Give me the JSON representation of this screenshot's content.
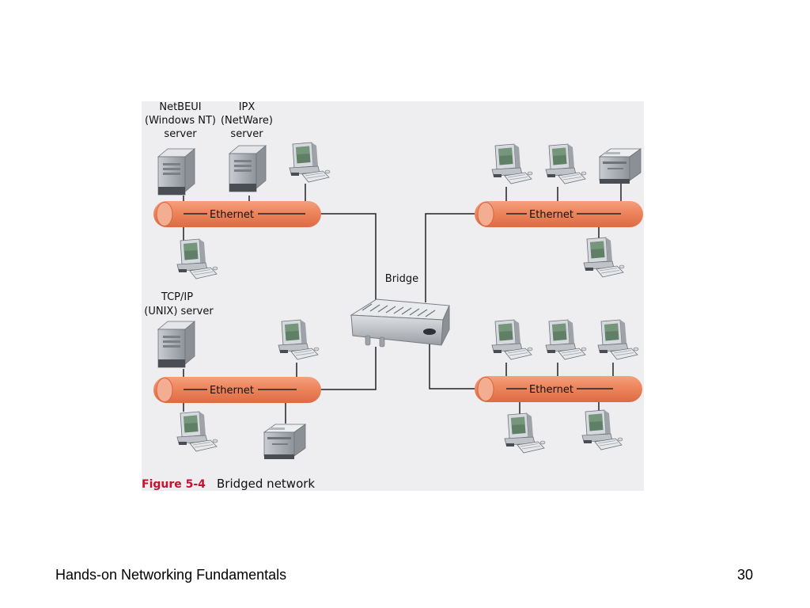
{
  "figure": {
    "label": "Figure 5-4",
    "caption": "Bridged network",
    "colors": {
      "panel": "#eeedf0",
      "segment": "#ec7d55",
      "caption_label": "#c8102e",
      "line": "#222222"
    },
    "labels": {
      "netbeui_line1": "NetBEUI",
      "netbeui_line2": "(Windows NT)",
      "netbeui_line3": "server",
      "ipx_line1": "IPX",
      "ipx_line2": "(NetWare)",
      "ipx_line3": "server",
      "tcpip_line1": "TCP/IP",
      "tcpip_line2": "(UNIX) server",
      "bridge": "Bridge"
    },
    "segments": [
      {
        "label": "Ethernet"
      },
      {
        "label": "Ethernet"
      },
      {
        "label": "Ethernet"
      },
      {
        "label": "Ethernet"
      }
    ],
    "icons": [
      "server-icon",
      "workstation-icon",
      "printer-icon",
      "bridge-icon"
    ]
  },
  "footer": {
    "title": "Hands-on Networking Fundamentals",
    "page_number": "30"
  }
}
